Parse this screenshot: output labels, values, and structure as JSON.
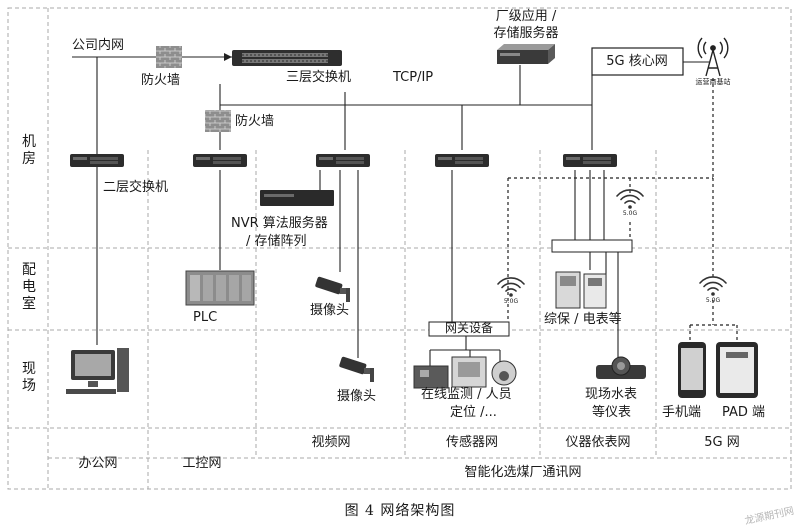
{
  "labels": {
    "company_intranet": "公司内网",
    "firewall_top": "防火墙",
    "l3_switch": "三层交换机",
    "tcpip": "TCP/IP",
    "factory_app_1": "厂级应用 /",
    "factory_app_2": "存储服务器",
    "core_5g": "5G 核心网",
    "firewall_mid": "防火墙",
    "l2_switch": "二层交换机",
    "nvr_1": "NVR 算法服务器",
    "nvr_2": "/ 存储阵列",
    "plc": "PLC",
    "camera_1": "摄像头",
    "camera_2": "摄像头",
    "gateway": "网关设备",
    "protect_meter": "综保 / 电表等",
    "monitor_1": "在线监测 / 人员",
    "monitor_2": "定位 /...",
    "water_meter_1": "现场水表",
    "water_meter_2": "等仪表",
    "phone": "手机端",
    "pad": "PAD 端",
    "wifi_tag": "5.0G",
    "station_tag": "运营商基站"
  },
  "rows": {
    "machine_room": "机房",
    "distribution_room": "配电室",
    "field": "现场"
  },
  "columns": {
    "video_net": "视频网",
    "sensor_net": "传感器网",
    "instrument_net": "仪器依表网",
    "net_5g": "5G 网",
    "office_net": "办公网",
    "control_net": "工控网",
    "smart_plant_net": "智能化选煤厂通讯网"
  },
  "caption": "图 4    网络架构图",
  "watermark": "龙源期刊网"
}
